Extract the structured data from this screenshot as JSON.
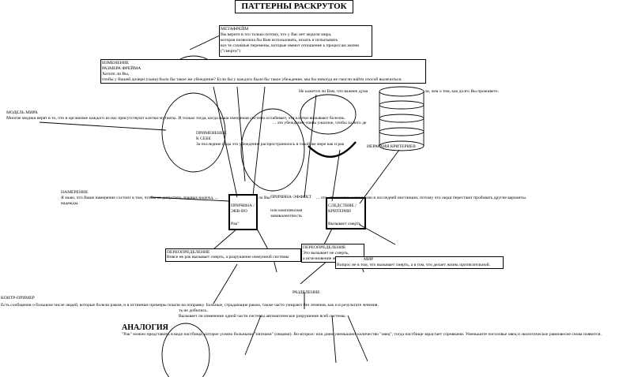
{
  "title": "ПАТТЕРНЫ РАСКРУТОК",
  "nodes": {
    "metaframe": {
      "heading": "МЕТАФРЕЙМ",
      "lines": [
        "Вы верите в это только потому, что у Вас нет модели мира,",
        "которая позволила бы Вам использовать, искать и испытывать",
        "все те сложные перемены, которые имеют отношение к процессам жизни",
        "(\"смерти\")"
      ]
    },
    "frame_resize": {
      "heading_1": "ИЗМЕНЕНИЕ",
      "heading_2": "РАЗМЕРА ФРЕЙМА",
      "lines": [
        "Хотите ли Вы,",
        "чтобы у Вашей дочери (сына) было бы такое же убеждение? Если бы у каждого было бы такое убеждение, мы бы никогда не смогли найти способ вылечиться."
      ]
    },
    "world_model": {
      "heading": "МОДЕЛЬ МИРА",
      "text": "Многие медики верят в то, что в организме каждого из нас присутствуют клетки-мутанты. И только тогда, когда наша иммунная система ослабевает, эти клетки вызывают болезнь."
    },
    "top_right_text": "Не кажется ли Вам, что важнее дума",
    "top_right_text_2": "ли, чем о том, как долго Вы проживете.",
    "belief_fragment": "... это убеждение очень ужасное, чтобы за него де",
    "self_apply": {
      "heading_1": "ПРИМЕНЕНИЕ",
      "heading_2": "К СЕБЕ",
      "text": "За последние годы это убеждение распространилось в такой же мере как и рак"
    },
    "criteria_hierarchy": "ИЕРАРХИЯ КРИТЕРИЕВ",
    "intention": {
      "heading": "НАМЕРЕНИЕ",
      "text": "Я знаю, что Ваше намерение состоит в том, чтобы не допустить ложных надежд, ...",
      "text_tail": "надежды."
    },
    "cause_effect_label": "ПРИЧИНА-ЭФФЕКТ",
    "cause_effect_fragment": "ло Вы",
    "cause_effect_text": "... это, становится истинными в последней инстанции, потому что люди перестают пробовать другие варианты.",
    "cause": {
      "line1": "ПРИЧИНА /",
      "line2": "ЭКВ-ВО",
      "line3": "Рак\""
    },
    "complex_equivalence": [
      "или комплексная",
      "эквивалентность"
    ],
    "consequence": {
      "line1": "СЛЕДСТВИЕ /",
      "line2": "КРИТЕРИИ",
      "line3": "Вызывает смерть"
    },
    "redefinition_left": {
      "heading": "ПЕРЕОПРЕДЕЛЕНИЕ",
      "text": "Вовсе не рак вызывает смерть, а разрушение иммунной системы"
    },
    "redefinition_right": {
      "heading": "ПЕРЕОПРЕДЕЛЕНИЕ",
      "line1": "Это вызывает не смерть,",
      "line2": "а исчезновение жажды жизни."
    },
    "another_world": {
      "heading": "МИР",
      "text": "Вопрос не в том, что вызывает смерть, а в том, что делает жизнь притягательной."
    },
    "separation": "РАЗДЕЛЕНИЕ",
    "counter_example": {
      "heading": "КОНТР-ПРИМЕР",
      "text": "Есть сообщения о большом числе людей, которые болели раком, и в истинные примеры пошли на поправку. Больные, страдающие раком, также часто умирают без лечения, как и в результате лечения.",
      "line2": "ть не добились.",
      "line3": "Вызывает ли изменение одной части системы автоматическое разрушение всей системы."
    },
    "analogy": {
      "heading": "АНАЛОГИЯ",
      "text": "\"Рак\" можно представить в виде пастбища, которое усеяно больными \"пятнами\" (овцами). Во-вторых: или днем уменьшают количество \"овец\", тогда пастбище зарастает сорняками. Уменьшите поголовье овец и экологическое равновесие снова появится."
    }
  }
}
